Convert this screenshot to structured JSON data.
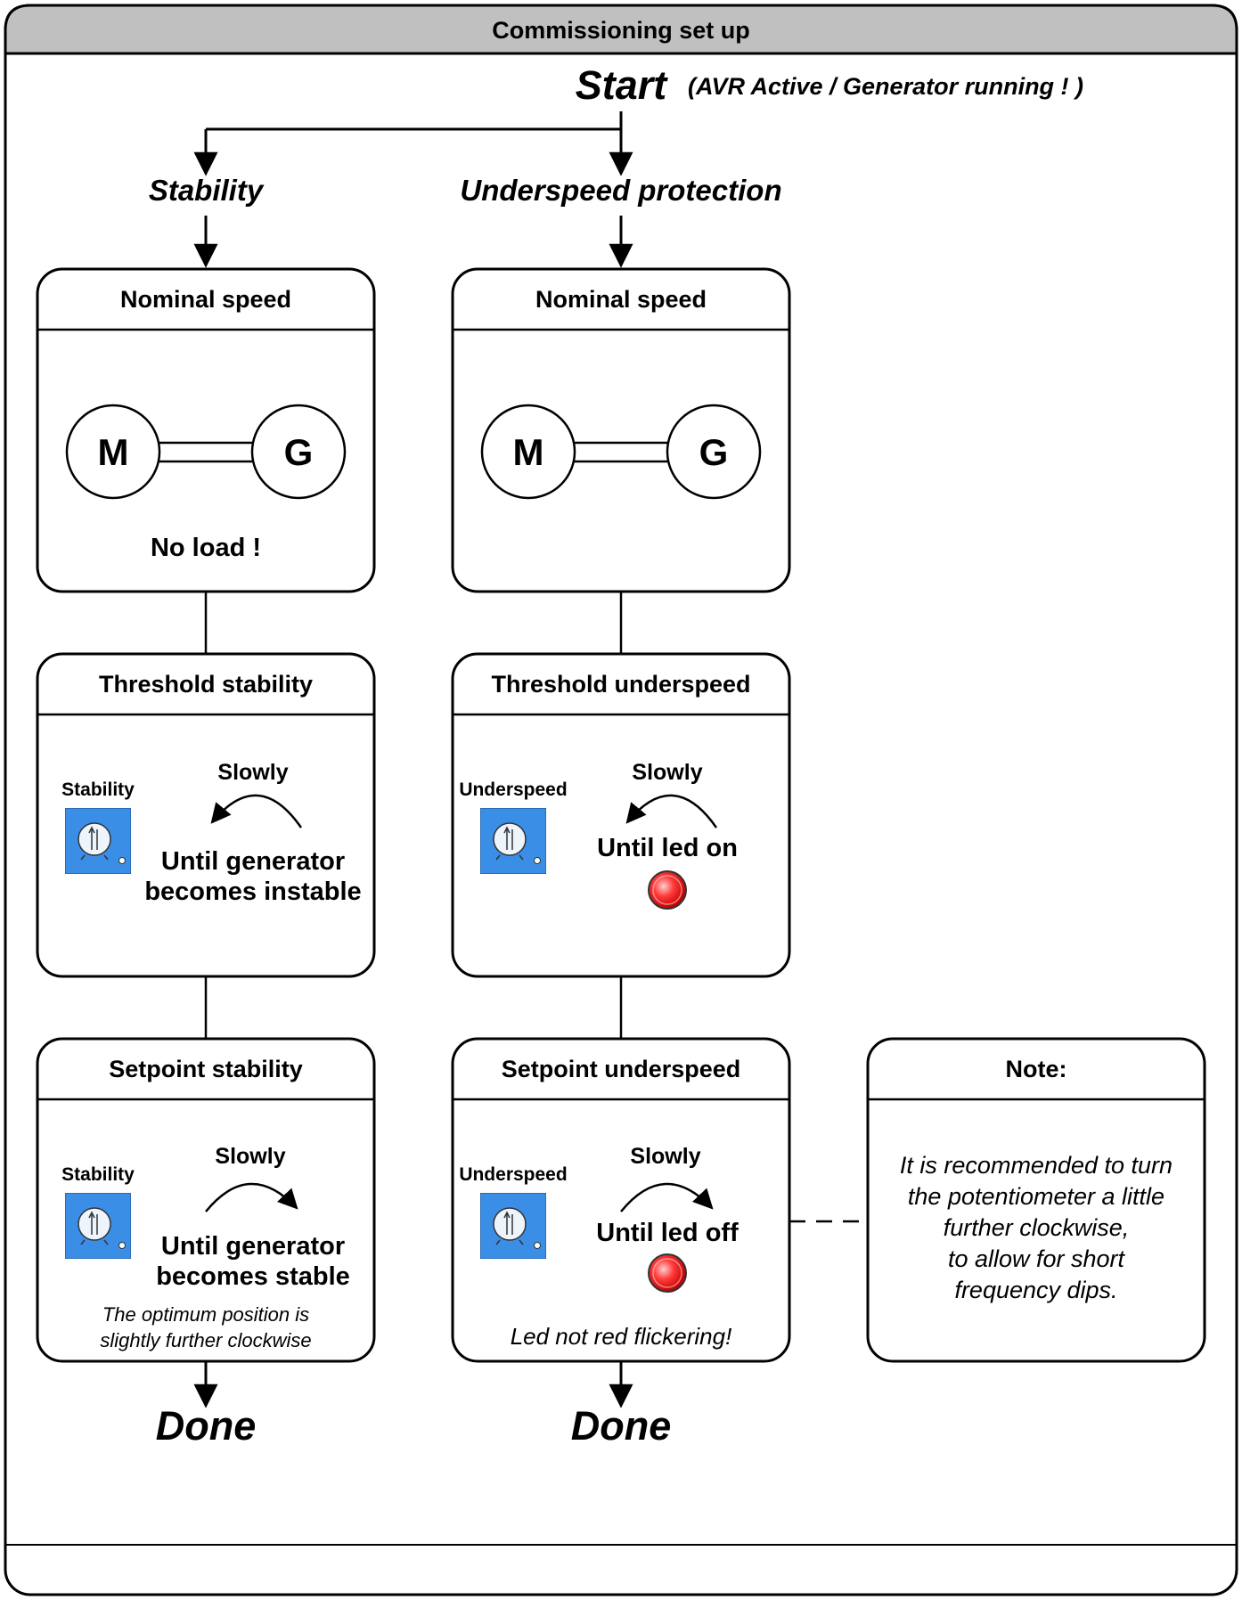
{
  "header": {
    "title": "Commissioning set up"
  },
  "start": {
    "label": "Start",
    "condition": "(AVR Active / Generator running ! )"
  },
  "left": {
    "branch_label": "Stability",
    "nominal": {
      "title": "Nominal speed",
      "motor": "M",
      "generator": "G",
      "note": "No load !"
    },
    "threshold": {
      "title": "Threshold stability",
      "pot_label": "Stability",
      "direction": "Slowly",
      "line1": "Until generator",
      "line2": "becomes instable"
    },
    "setpoint": {
      "title": "Setpoint stability",
      "pot_label": "Stability",
      "direction": "Slowly",
      "line1": "Until generator",
      "line2": "becomes stable",
      "hint1": "The optimum position is",
      "hint2": "slightly further clockwise"
    },
    "done": "Done"
  },
  "right": {
    "branch_label": "Underspeed protection",
    "nominal": {
      "title": "Nominal speed",
      "motor": "M",
      "generator": "G"
    },
    "threshold": {
      "title": "Threshold underspeed",
      "pot_label": "Underspeed",
      "direction": "Slowly",
      "line1": "Until led on"
    },
    "setpoint": {
      "title": "Setpoint underspeed",
      "pot_label": "Underspeed",
      "direction": "Slowly",
      "line1": "Until led off",
      "hint1": "Led not red flickering!"
    },
    "done": "Done"
  },
  "note": {
    "title": "Note:",
    "lines": [
      "It is recommended to turn",
      "the potentiometer a little",
      "further clockwise,",
      "to allow for short",
      "frequency dips."
    ]
  },
  "colors": {
    "header_fill": "#c0c0c0",
    "pot_fill": "#3a8ee6",
    "led": "#e02020"
  }
}
